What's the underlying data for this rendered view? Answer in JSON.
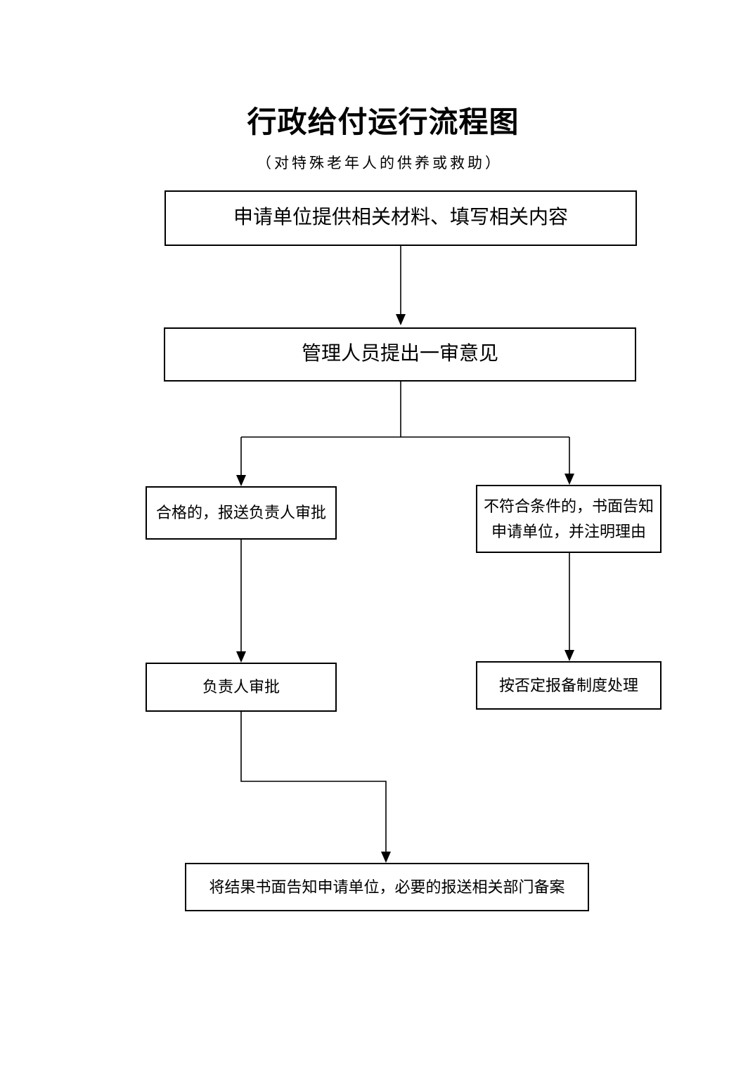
{
  "page": {
    "title": "行政给付运行流程图",
    "subtitle": "（对特殊老年人的供养或救助）"
  },
  "flowchart": {
    "background_color": "#ffffff",
    "line_color": "#000000",
    "nodes": {
      "apply": {
        "label": "申请单位提供相关材料、填写相关内容"
      },
      "first_review": {
        "label": "管理人员提出一审意见"
      },
      "qualified": {
        "label": "合格的，报送负责人审批"
      },
      "not_qualified": {
        "label": "不符合条件的，书面告知申请单位，并注明理由"
      },
      "leader_approval": {
        "label": "负责人审批"
      },
      "rejection_handling": {
        "label": "按否定报备制度处理"
      },
      "notify_result": {
        "label": "将结果书面告知申请单位，必要的报送相关部门备案"
      }
    }
  }
}
